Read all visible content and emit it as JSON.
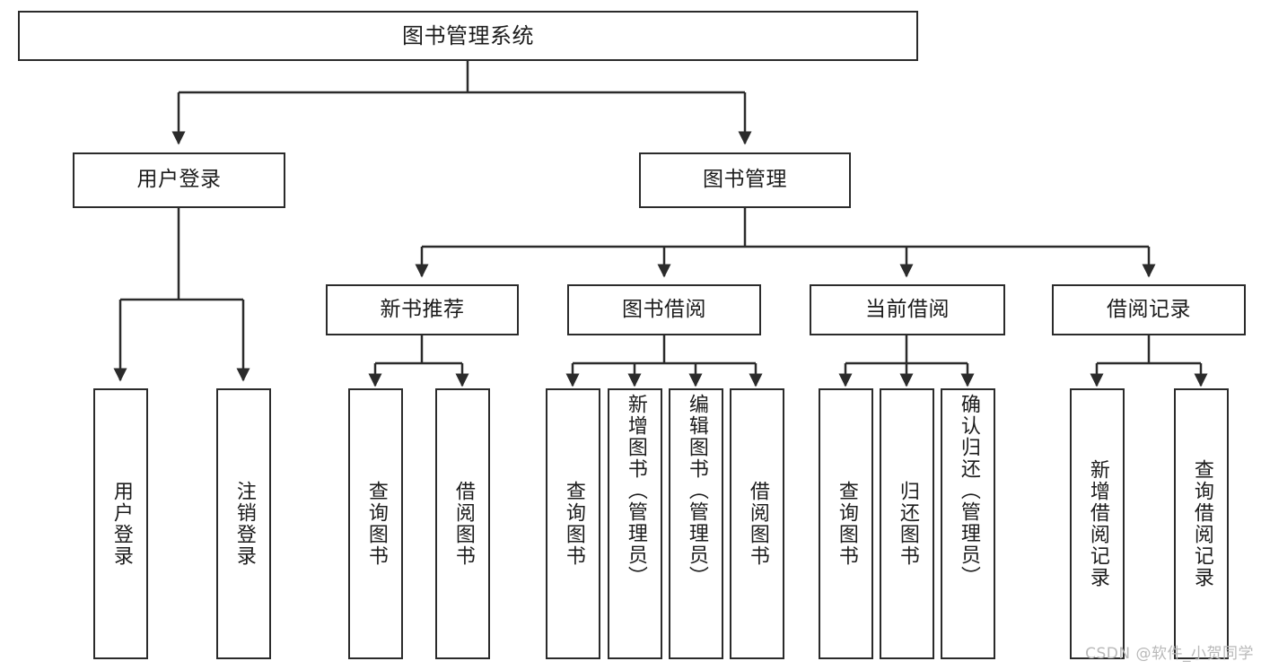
{
  "diagram": {
    "title": "图书管理系统",
    "watermark": "CSDN @软件_小贺同学",
    "stroke_color": "#2b2b2b",
    "background_color": "#ffffff",
    "text_color": "#1c1c1c",
    "nodes": {
      "root": {
        "label": "图书管理系统"
      },
      "level2": [
        {
          "id": "user-login",
          "label": "用户登录"
        },
        {
          "id": "book-management",
          "label": "图书管理"
        }
      ],
      "level3": [
        {
          "id": "new-book-recommend",
          "label": "新书推荐"
        },
        {
          "id": "book-borrow",
          "label": "图书借阅"
        },
        {
          "id": "current-borrow",
          "label": "当前借阅"
        },
        {
          "id": "borrow-record",
          "label": "借阅记录"
        }
      ],
      "leaves": {
        "user_login": [
          {
            "id": "leaf-user-login",
            "label": "用户登录"
          },
          {
            "id": "leaf-logout-login",
            "label": "注销登录"
          }
        ],
        "new_book_recommend": [
          {
            "id": "leaf-query-book-1",
            "label": "查询图书"
          },
          {
            "id": "leaf-borrow-book-1",
            "label": "借阅图书"
          }
        ],
        "book_borrow": [
          {
            "id": "leaf-query-book-2",
            "label": "查询图书"
          },
          {
            "id": "leaf-add-book-admin",
            "label": "新增图书（管理员）"
          },
          {
            "id": "leaf-edit-book-admin",
            "label": "编辑图书（管理员）"
          },
          {
            "id": "leaf-borrow-book-2",
            "label": "借阅图书"
          }
        ],
        "current_borrow": [
          {
            "id": "leaf-query-book-3",
            "label": "查询图书"
          },
          {
            "id": "leaf-return-book",
            "label": "归还图书"
          },
          {
            "id": "leaf-confirm-return-admin",
            "label": "确认归还（管理员）"
          }
        ],
        "borrow_record": [
          {
            "id": "leaf-add-borrow-record",
            "label": "新增借阅记录"
          },
          {
            "id": "leaf-query-borrow-record",
            "label": "查询借阅记录"
          }
        ]
      }
    }
  }
}
